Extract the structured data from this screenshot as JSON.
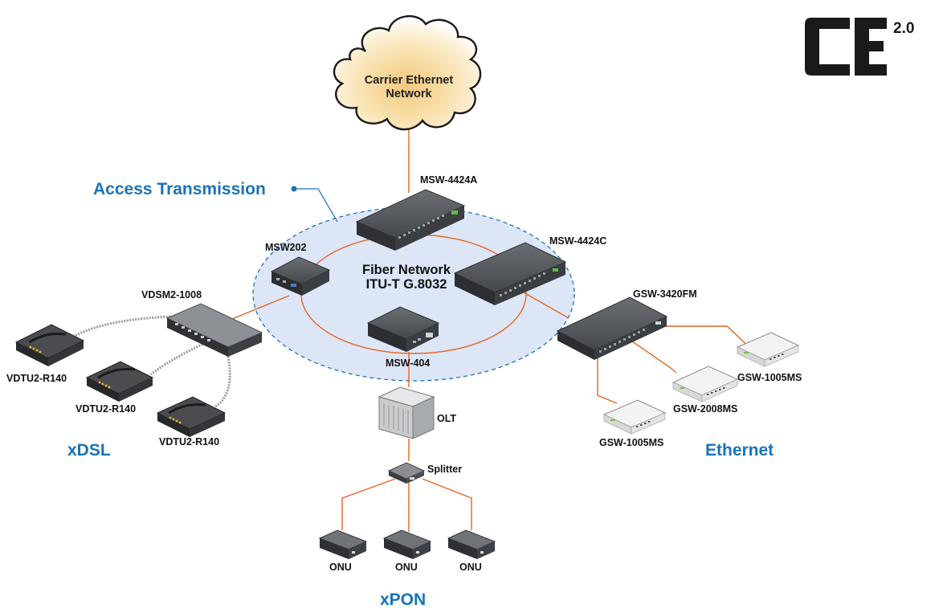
{
  "cloud": {
    "line1": "Carrier Ethernet",
    "line2": "Network"
  },
  "logo": {
    "main": "CE",
    "version": "2.0"
  },
  "access_label": "Access Transmission",
  "fiber": {
    "line1": "Fiber Network",
    "line2": "ITU-T G.8032"
  },
  "devices": {
    "msw4424a": "MSW-4424A",
    "msw202": "MSW202",
    "msw4424c": "MSW-4424C",
    "msw404": "MSW-404",
    "vdsm": "VDSM2-1008",
    "vdtu1": "VDTU2-R140",
    "vdtu2": "VDTU2-R140",
    "vdtu3": "VDTU2-R140",
    "gsw3420": "GSW-3420FM",
    "gsw1005a": "GSW-1005MS",
    "gsw2008": "GSW-2008MS",
    "gsw1005b": "GSW-1005MS",
    "olt": "OLT",
    "splitter": "Splitter",
    "onu1": "ONU",
    "onu2": "ONU",
    "onu3": "ONU"
  },
  "sections": {
    "xdsl": "xDSL",
    "ethernet": "Ethernet",
    "xpon": "xPON"
  },
  "colors": {
    "accent_blue": "#1a73b8",
    "link_orange": "#e8641e",
    "ring_fill": "#dde6f7"
  }
}
